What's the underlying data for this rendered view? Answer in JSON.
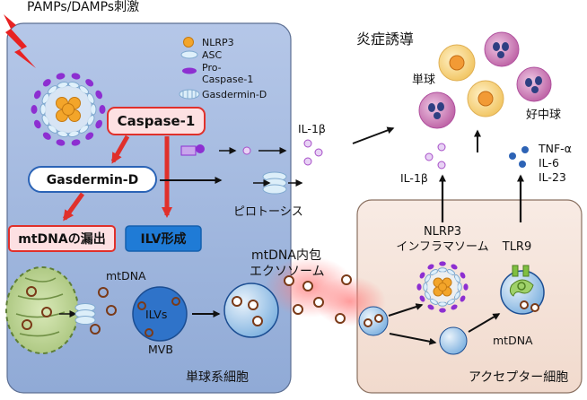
{
  "header": {
    "stimulus": "PAMPs/DAMPs刺激"
  },
  "legend": {
    "nlrp3": "NLRP3",
    "asc": "ASC",
    "pro_caspase_line1": "Pro-",
    "pro_caspase_line2": "Caspase-1",
    "gasdermin": "Gasdermin-D"
  },
  "donor_cell": {
    "caspase": "Caspase-1",
    "gasdermin": "Gasdermin-D",
    "mtdna_release": "mtDNAの漏出",
    "ilv_formation": "ILV形成",
    "mtdna": "mtDNA",
    "ilvs": "ILVs",
    "mvb": "MVB",
    "label": "単球系細胞"
  },
  "secretion": {
    "il1b": "IL-1β",
    "pyroptosis": "ピロトーシス",
    "exosome_line1": "mtDNA内包",
    "exosome_line2": "エクソソーム"
  },
  "inflammation": {
    "title": "炎症誘導",
    "monocyte": "単球",
    "neutrophil": "好中球"
  },
  "acceptor_cell": {
    "il1b": "IL-1β",
    "tnf": "TNF-α",
    "il6": "IL-6",
    "il23": "IL-23",
    "nlrp3_line1": "NLRP3",
    "nlrp3_line2": "インフラマソーム",
    "tlr9": "TLR9",
    "mtdna": "mtDNA",
    "label": "アクセプター細胞"
  },
  "colors": {
    "donor_cell_fill": "#9fb7dd",
    "acceptor_cell_fill": "#f6e4da",
    "caspase_red": "#e0302b",
    "ilv_blue": "#1f7bd6",
    "title_blue": "#1d4fd6",
    "exosome_red": "#e8302a",
    "neutrophil_purple": "#b0509e",
    "il_dot_purple": "#a64ec7",
    "cytokine_dot_blue": "#2d63b5"
  }
}
